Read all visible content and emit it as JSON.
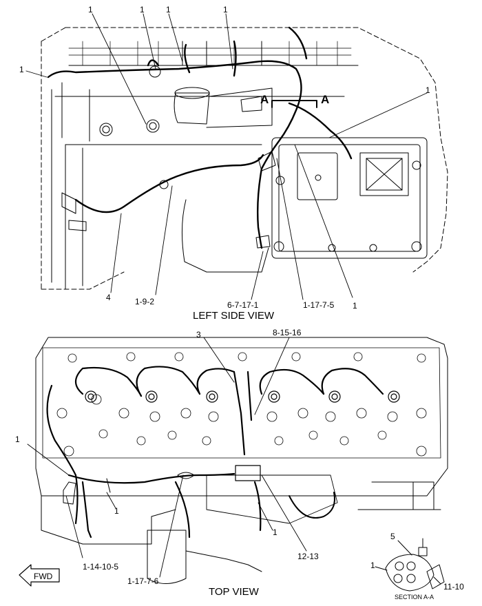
{
  "views": {
    "left_side_title": "LEFT SIDE VIEW",
    "top_title": "TOP VIEW",
    "section_title": "SECTION A-A",
    "section_marker": "A"
  },
  "direction": {
    "label": "FWD"
  },
  "callouts_left": {
    "c1a": "1",
    "c1b": "1",
    "c1c": "1",
    "c1d": "1",
    "c1e": "1",
    "c1f": "1",
    "c1g": "1",
    "c4": "4",
    "c192": "1-9-2",
    "c67171": "6-7-17-1",
    "c11775": "1-17-7-5"
  },
  "callouts_top": {
    "c3": "3",
    "c81516": "8-15-16",
    "c1a": "1",
    "c1b": "1",
    "c1c": "1",
    "c114105": "1-14-10-5",
    "c11776": "1-17-7-6",
    "c1213": "12-13"
  },
  "callouts_section": {
    "c5": "5",
    "c1": "1",
    "c1110": "11-10"
  }
}
